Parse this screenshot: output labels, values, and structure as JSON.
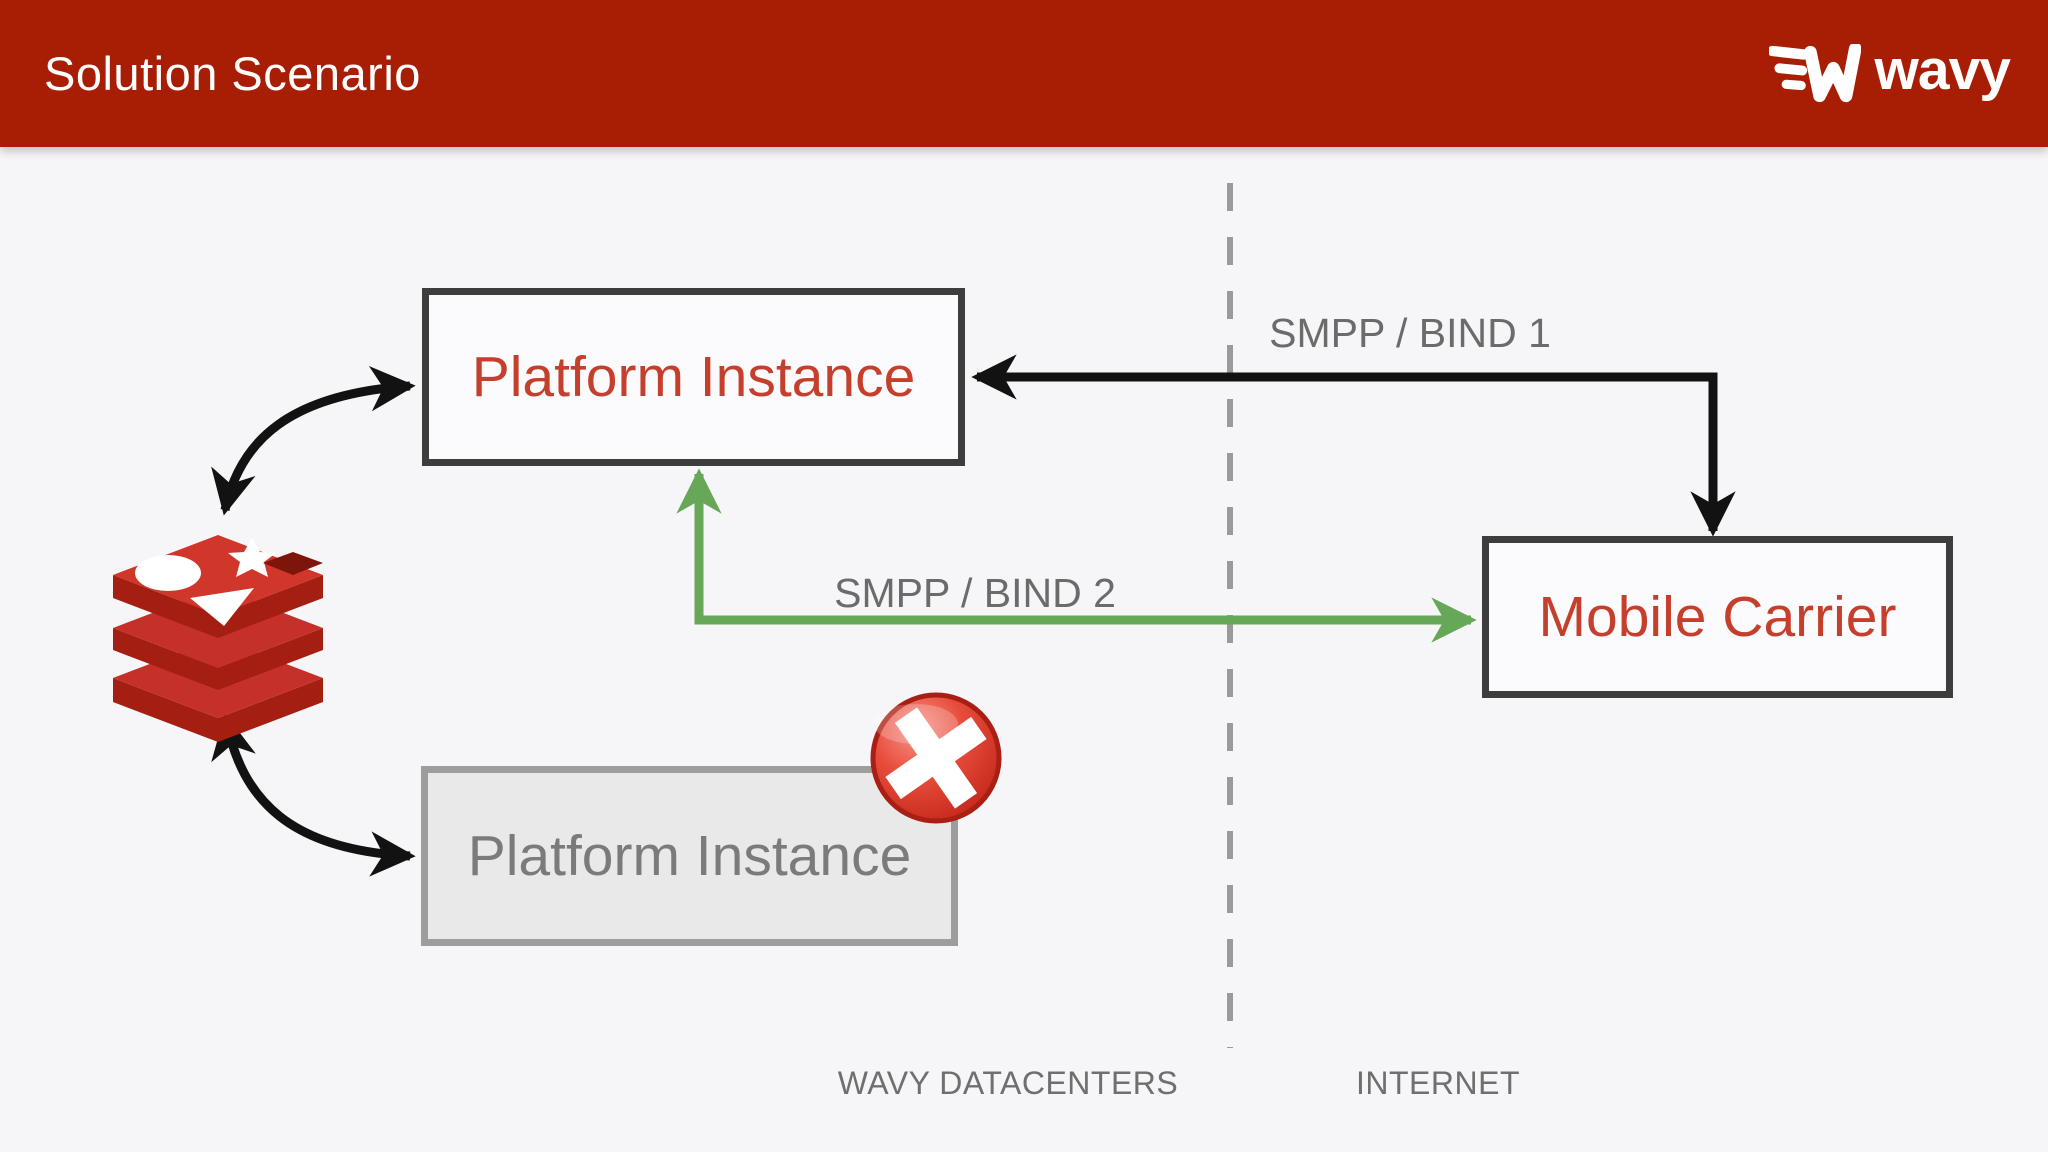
{
  "header": {
    "title": "Solution Scenario",
    "brand": "wavy",
    "background": "#A81E04"
  },
  "nodes": {
    "platform_top": {
      "label": "Platform Instance",
      "status": "active"
    },
    "platform_bottom": {
      "label": "Platform Instance",
      "status": "failed"
    },
    "mobile_carrier": {
      "label": "Mobile Carrier",
      "status": "active"
    }
  },
  "icons": {
    "redis": "redis-database-icon",
    "error_badge": "red-circle-x-icon",
    "brand_logo": "wavy-wing-w-icon"
  },
  "connections": {
    "bind1": {
      "label": "SMPP / BIND 1",
      "color": "#121212",
      "style": "elbow-double-arrow"
    },
    "bind2": {
      "label": "SMPP / BIND 2",
      "color": "#66A758",
      "style": "elbow-double-arrow"
    },
    "redis_top": {
      "label": "",
      "color": "#121212",
      "style": "curved-double-arrow"
    },
    "redis_bottom": {
      "label": "",
      "color": "#121212",
      "style": "curved-double-arrow"
    }
  },
  "zones": {
    "left": "WAVY DATACENTERS",
    "right": "INTERNET",
    "divider_style": "dashed"
  },
  "colors": {
    "header_red": "#A81E04",
    "canvas_bg": "#F6F6F8",
    "node_border_active": "#3D3D3D",
    "node_text_active": "#C5402C",
    "node_fill_active": "#FBFBFD",
    "node_border_inactive": "#9D9D9D",
    "node_fill_inactive": "#E9E9EA",
    "node_text_inactive": "#7B7B7B",
    "label_gray": "#6B6B6B",
    "divider_gray": "#9A9A9A",
    "green_arrow": "#66A758",
    "black_arrow": "#121212",
    "redis_red": "#C6302B",
    "redis_dark_red": "#A41E11",
    "badge_red": "#D8362A"
  }
}
